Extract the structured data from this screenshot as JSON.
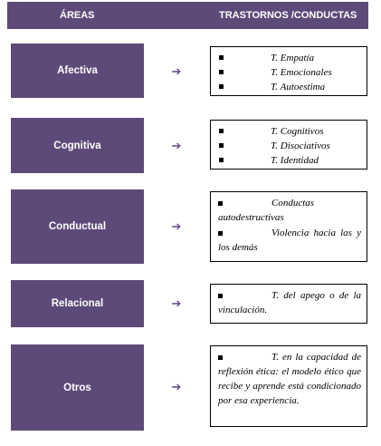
{
  "header": {
    "left": "ÁREAS",
    "right": "TRASTORNOS /CONDUCTAS"
  },
  "rows": [
    {
      "area": "Afectiva",
      "items": [
        "T. Empatía",
        "T. Emocionales",
        "T. Autoestima"
      ]
    },
    {
      "area": "Cognitiva",
      "items": [
        "T. Cognitivos",
        "T. Disociativos",
        "T. Identidad"
      ]
    },
    {
      "area": "Conductual",
      "paras": [
        "Conductas autodestructivas",
        "Violencia hacia las y los demás"
      ]
    },
    {
      "area": "Relacional",
      "paras": [
        "T. del apego o de la vinculación."
      ]
    },
    {
      "area": "Otros",
      "paras": [
        "T. en la capacidad de reflexión ética: el modelo ético que recibe y aprende está condicionado por esa experiencia."
      ]
    }
  ],
  "arrow_glyph": "➔",
  "colors": {
    "area_fill": "#5e4a79",
    "arrow": "#6a4e8c"
  }
}
